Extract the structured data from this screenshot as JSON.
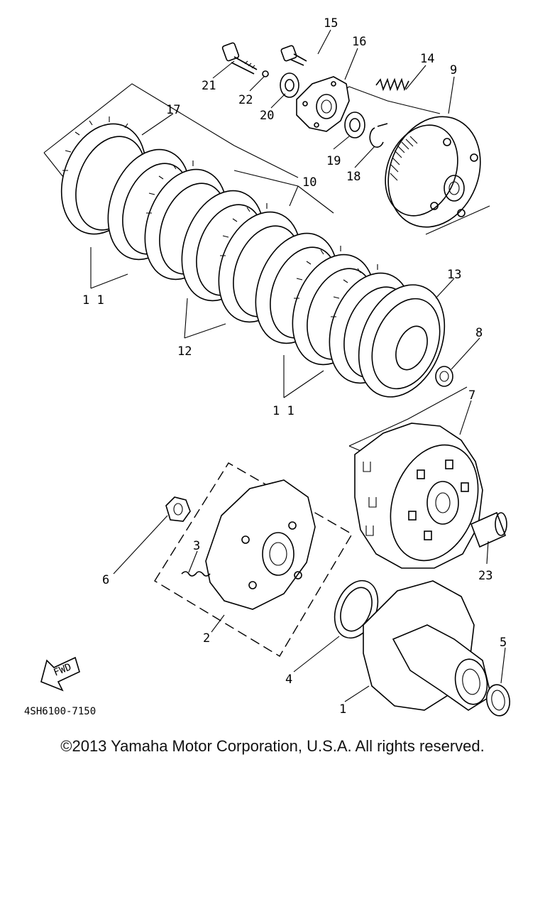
{
  "callouts": {
    "c1": "1",
    "c2": "2",
    "c3": "3",
    "c4": "4",
    "c5": "5",
    "c6": "6",
    "c7": "7",
    "c8": "8",
    "c9": "9",
    "c10": "10",
    "c11a": "1 1",
    "c11b": "1 1",
    "c12": "12",
    "c13": "13",
    "c14": "14",
    "c15": "15",
    "c16": "16",
    "c17": "17",
    "c18": "18",
    "c19": "19",
    "c20": "20",
    "c21": "21",
    "c22": "22",
    "c23": "23"
  },
  "fwd_label": "FWD",
  "diagram_code": "4SH6100-7150",
  "copyright": "©2013 Yamaha Motor Corporation, U.S.A. All rights reserved."
}
